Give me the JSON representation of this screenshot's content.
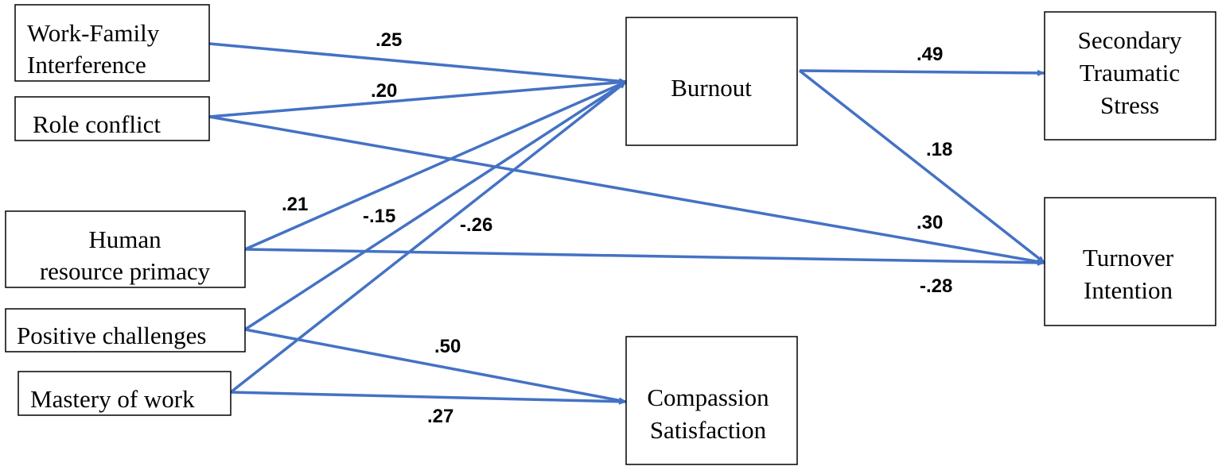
{
  "colors": {
    "arrow": "#4472C4",
    "box_border": "#000000",
    "text": "#000000"
  },
  "nodes": {
    "wfi": {
      "lines": [
        "Work-Family",
        "Interference"
      ]
    },
    "rc": {
      "lines": [
        "Role conflict"
      ]
    },
    "hrp": {
      "lines": [
        "Human",
        "resource primacy"
      ]
    },
    "pc": {
      "lines": [
        "Positive challenges"
      ]
    },
    "mw": {
      "lines": [
        "Mastery of work"
      ]
    },
    "burnout": {
      "lines": [
        "Burnout"
      ]
    },
    "sts": {
      "lines": [
        "Secondary",
        "Traumatic",
        "Stress"
      ]
    },
    "ti": {
      "lines": [
        "Turnover",
        "Intention"
      ]
    },
    "cs": {
      "lines": [
        "Compassion",
        "Satisfaction"
      ]
    }
  },
  "paths": [
    {
      "id": "wfi-burnout",
      "from": "wfi",
      "to": "burnout",
      "coefficient": ".25"
    },
    {
      "id": "rc-burnout",
      "from": "rc",
      "to": "burnout",
      "coefficient": ".20"
    },
    {
      "id": "hrp-burnout",
      "from": "hrp",
      "to": "burnout",
      "coefficient": ".21"
    },
    {
      "id": "pc-burnout",
      "from": "pc",
      "to": "burnout",
      "coefficient": "-.15"
    },
    {
      "id": "mw-burnout",
      "from": "mw",
      "to": "burnout",
      "coefficient": "-.26"
    },
    {
      "id": "burnout-sts",
      "from": "burnout",
      "to": "sts",
      "coefficient": ".49"
    },
    {
      "id": "burnout-ti",
      "from": "burnout",
      "to": "ti",
      "coefficient": ".18"
    },
    {
      "id": "rc-ti",
      "from": "rc",
      "to": "ti",
      "coefficient": ".30"
    },
    {
      "id": "hrp-ti",
      "from": "hrp",
      "to": "ti",
      "coefficient": "-.28"
    },
    {
      "id": "pc-cs",
      "from": "pc",
      "to": "cs",
      "coefficient": ".50"
    },
    {
      "id": "mw-cs",
      "from": "mw",
      "to": "cs",
      "coefficient": ".27"
    }
  ]
}
